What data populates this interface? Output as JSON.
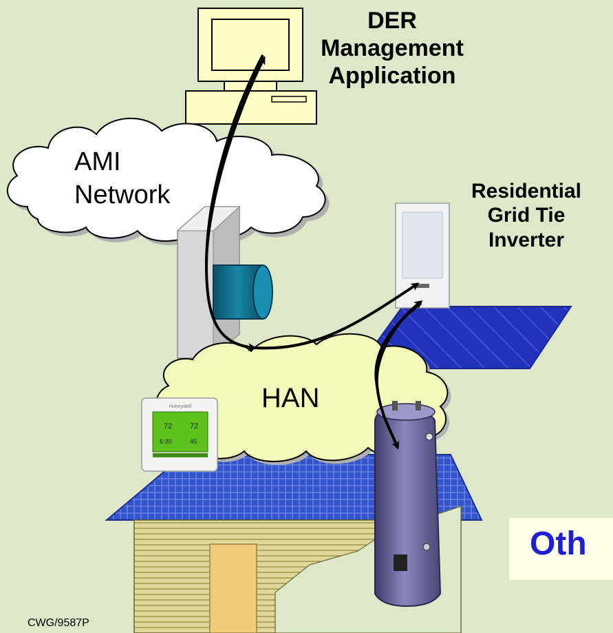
{
  "labels": {
    "der_line1": "DER",
    "der_line2": "Management",
    "der_line3": "Application",
    "ami_line1": "AMI",
    "ami_line2": "Network",
    "inverter_line1": "Residential",
    "inverter_line2": "Grid Tie",
    "inverter_line3": "Inverter",
    "han": "HAN",
    "other": "Oth",
    "code": "CWG/9587P"
  },
  "thermostat": {
    "brand": "Honeywell",
    "temp_inside": "72",
    "temp_set": "72",
    "time": "6:30",
    "temp_outside": "45"
  },
  "colors": {
    "background": "#dde8c8",
    "cloud_fill": "#ffffff",
    "han_cloud_fill": "#f3f9b8",
    "computer_fill": "#ffffc8",
    "solar_panel": "#2233bb",
    "roof": "#3355cc",
    "siding": "#e0d89a",
    "door": "#f0cc7a",
    "water_heater": "#6d6aa0",
    "meter_canister": "#0f6a8a",
    "other_text": "#1e1ed2"
  },
  "icons": [
    "computer-icon",
    "ami-cloud",
    "han-cloud",
    "meter-icon",
    "inverter-icon",
    "solar-panel-icon",
    "thermostat-icon",
    "house-icon",
    "water-heater-icon"
  ]
}
